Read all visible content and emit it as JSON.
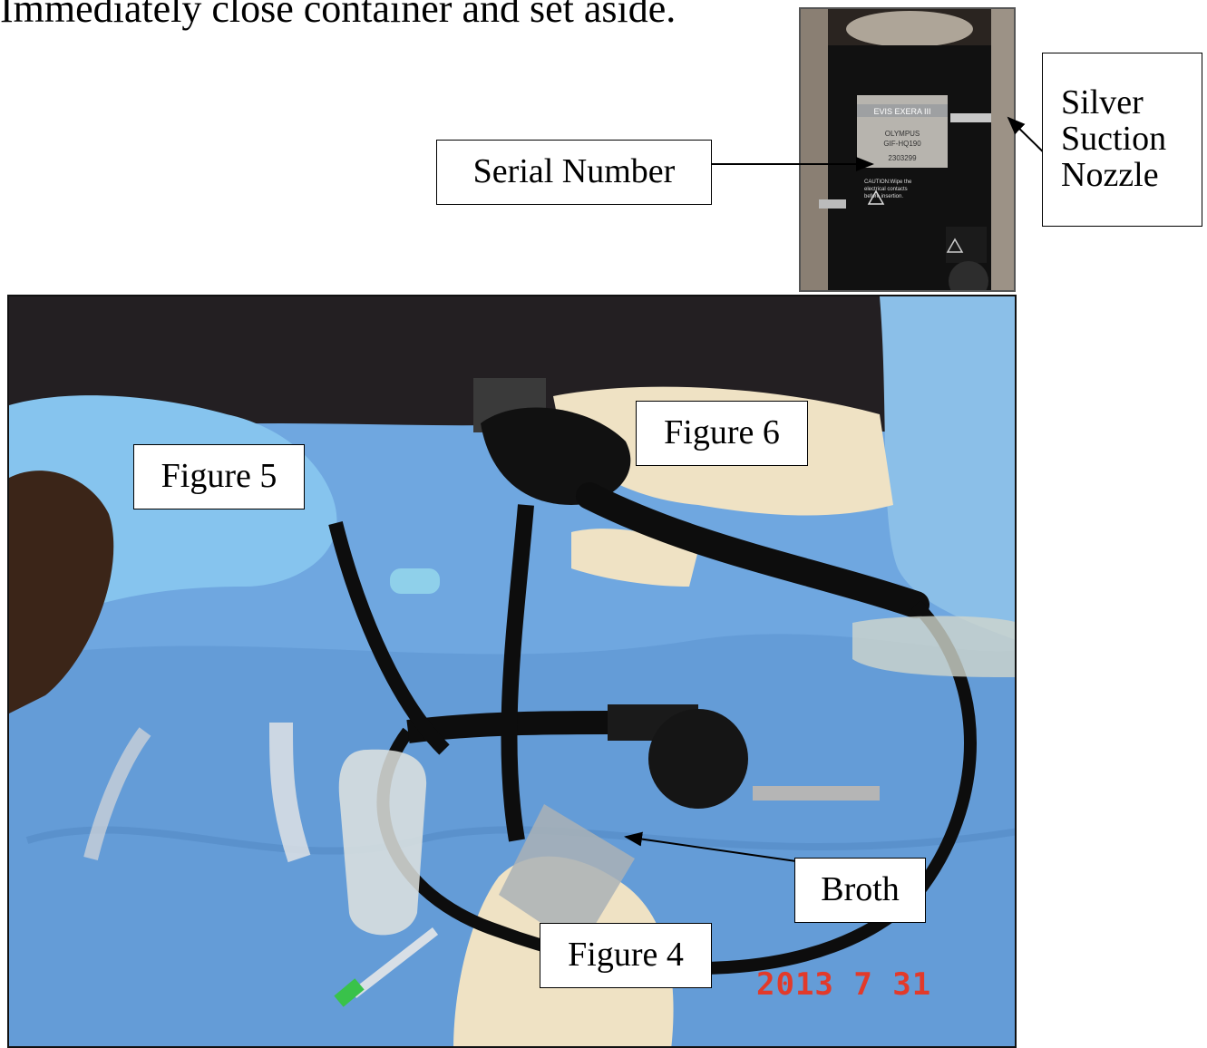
{
  "heading": "Immediately close container and set aside.",
  "labels": {
    "serial_number": "Serial Number",
    "suction_nozzle": [
      "Silver",
      "Suction",
      "Nozzle"
    ],
    "figure5": "Figure 5",
    "figure6": "Figure 6",
    "broth": "Broth",
    "figure4": "Figure 4"
  },
  "inset": {
    "brand": "EVIS EXERA III",
    "maker": "OLYMPUS",
    "model": "GIF-HQ190",
    "serial": "2303299",
    "caution": [
      "CAUTION:Wipe the",
      "electrical contacts",
      "before insertion."
    ]
  },
  "photo": {
    "date_stamp": "2013  7 31"
  },
  "colors": {
    "drape": "#6fa7e0",
    "glove_blue": "#86c4ee",
    "glove_cream": "#efe2c4",
    "stamp": "#e23a2a"
  }
}
